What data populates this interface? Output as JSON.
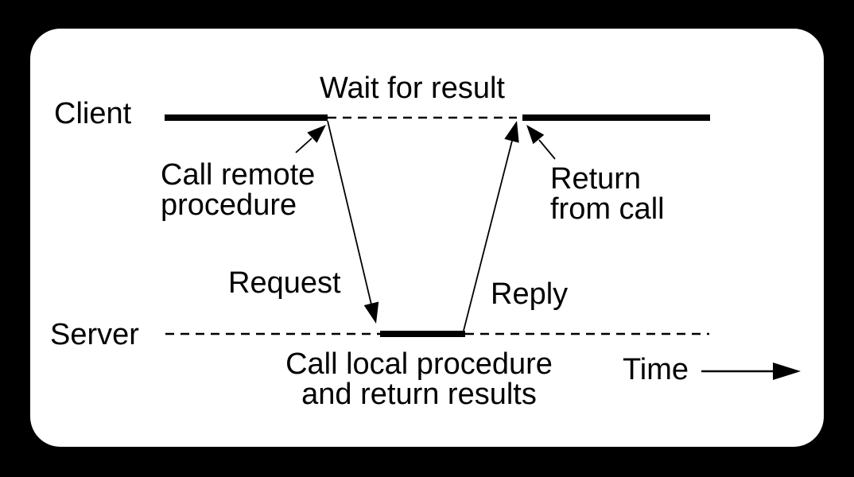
{
  "colors": {
    "background": "#000000",
    "panel": "#ffffff",
    "ink": "#000000"
  },
  "diagram": {
    "type": "sequence-diagram",
    "lanes": {
      "client": "Client",
      "server": "Server"
    },
    "labels": {
      "wait": "Wait for result",
      "call_remote": "Call remote\nprocedure",
      "return_from_call": "Return\nfrom call",
      "request": "Request",
      "reply": "Reply",
      "local_procedure": "Call local procedure\nand return results",
      "time": "Time"
    }
  }
}
